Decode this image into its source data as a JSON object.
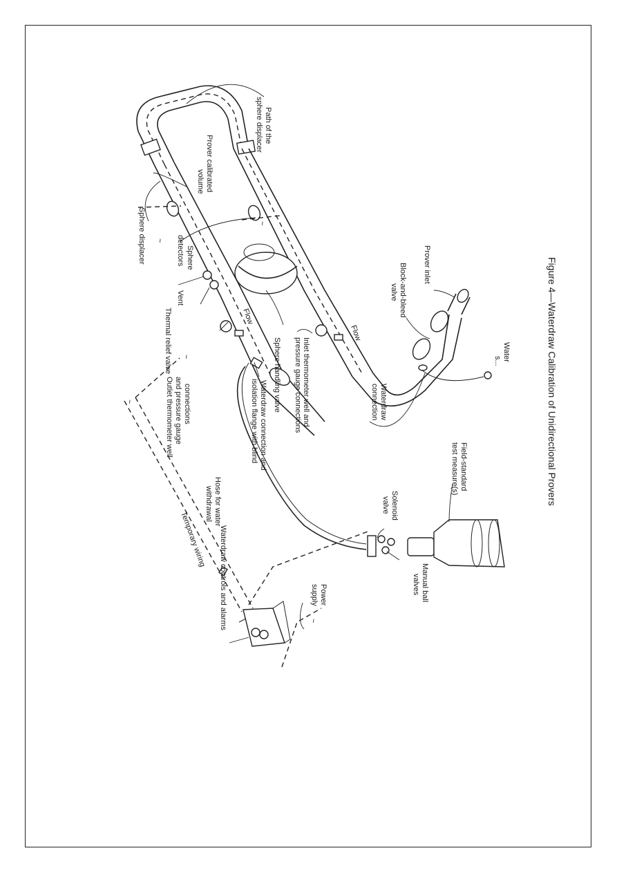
{
  "figure": {
    "caption": "Figure 4—Waterdraw Calibration of Unidirectional Provers"
  },
  "labels": {
    "sphere_path": [
      "Path of the",
      "sphere displacer"
    ],
    "calibrated_volume": [
      "Prover calibrated",
      "volume"
    ],
    "sphere_detectors": [
      "Sphere",
      "detectors"
    ],
    "sphere_displacer": "Sphere displacer",
    "vent": "Vent",
    "thermal_relief_valve": "Thermal relief valve",
    "outlet_thermometer": [
      "Outlet thermometer well",
      "and pressure gauge",
      "connections"
    ],
    "flow_1": "Flow",
    "flow_2": "Flow",
    "sphere_handling_valve": "Sphere handling valve",
    "inlet_thermometer": [
      "Inlet thermometer well and",
      "pressure gauge connections"
    ],
    "waterdraw_connection_isolation": [
      "Waterdraw connection and",
      "isolation flange with blind"
    ],
    "waterdraw_connection": [
      "Waterdraw",
      "connection"
    ],
    "block_and_bleed_valve": [
      "Block-and-bleed",
      "valve"
    ],
    "prover_inlet": "Prover inlet",
    "water_supply": [
      "Water",
      "s..."
    ],
    "hose_for_water_withdrawal": [
      "Hose for water",
      "withdrawal"
    ],
    "temporary_wiring": "Temporary wiring",
    "solenoid_valve": [
      "Solenoid",
      "valve"
    ],
    "field_standard_test_measures": [
      "Field-standard",
      "test measure(s)"
    ],
    "manual_ball_valves": [
      "Manual ball",
      "valves"
    ],
    "waterdraw_controls": "Waterdraw controls and alarms",
    "power_supply": [
      "Power",
      "supply"
    ],
    "tilde_marks": [
      "~",
      "~",
      "~",
      "~",
      "~"
    ]
  }
}
